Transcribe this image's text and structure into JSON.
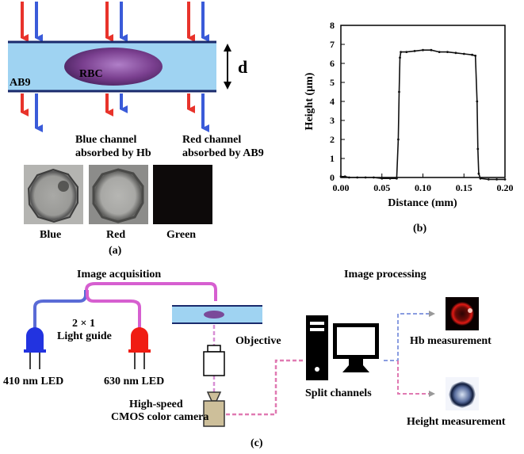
{
  "panel_a": {
    "channel_label": "AB9",
    "cell_label": "RBC",
    "thickness_label": "d",
    "blue_caption": [
      "Blue channel",
      "absorbed by Hb"
    ],
    "red_caption": [
      "Red channel",
      "absorbed by AB9"
    ],
    "thumb_labels": [
      "Blue",
      "Red",
      "Green"
    ],
    "panel_label": "(a)"
  },
  "panel_b": {
    "panel_label": "(b)"
  },
  "panel_c": {
    "acquisition_title": "Image acquisition",
    "processing_title": "Image processing",
    "light_guide": [
      "2 × 1",
      "Light guide"
    ],
    "led_blue_label": "410 nm LED",
    "led_red_label": "630 nm LED",
    "objective_label": "Objective",
    "camera_label": [
      "High-speed",
      "CMOS color camera"
    ],
    "split_label": "Split channels",
    "hb_label": "Hb measurement",
    "height_label": "Height measurement",
    "panel_label": "(c)"
  },
  "colors": {
    "channel_fill": "#9fd3f2",
    "blue_arrow": "#3a5bd9",
    "red_arrow": "#e8332b",
    "fiber": "#d65fd0",
    "dashed_link": "#e07ab2",
    "dashed_blue": "#8a9de0",
    "rbc": "#7a4a9a"
  },
  "chart_data": {
    "type": "line",
    "xlabel": "Distance (mm)",
    "ylabel": "Height (μm)",
    "xlim": [
      0.0,
      0.2
    ],
    "ylim": [
      0,
      8
    ],
    "x_ticks": [
      "0.00",
      "0.05",
      "0.10",
      "0.15",
      "0.20"
    ],
    "y_ticks": [
      "0",
      "1",
      "2",
      "3",
      "4",
      "5",
      "6",
      "7",
      "8"
    ],
    "series": [
      {
        "x": [
          0.0,
          0.005,
          0.01,
          0.02,
          0.03,
          0.04,
          0.05,
          0.06,
          0.068,
          0.07,
          0.071,
          0.072,
          0.073,
          0.08,
          0.09,
          0.1,
          0.11,
          0.12,
          0.13,
          0.14,
          0.15,
          0.16,
          0.164,
          0.166,
          0.167,
          0.168,
          0.17,
          0.18,
          0.19,
          0.2
        ],
        "y": [
          0.05,
          0.05,
          0.0,
          0.0,
          0.0,
          0.0,
          -0.05,
          -0.05,
          -0.05,
          2.0,
          4.5,
          6.3,
          6.6,
          6.6,
          6.65,
          6.7,
          6.7,
          6.6,
          6.6,
          6.55,
          6.5,
          6.45,
          6.4,
          4.0,
          1.5,
          0.2,
          -0.05,
          -0.1,
          -0.1,
          -0.1
        ]
      }
    ]
  }
}
